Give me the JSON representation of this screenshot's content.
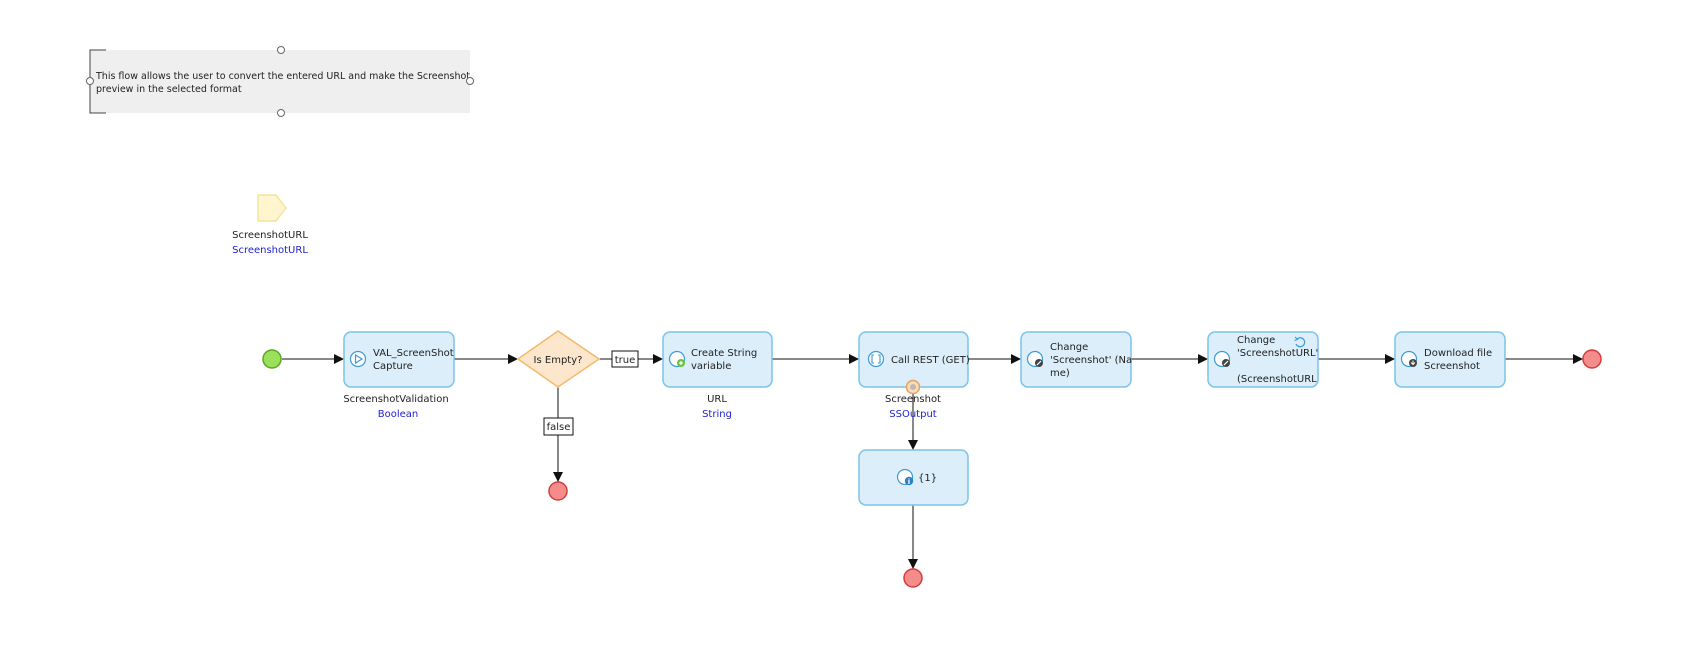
{
  "annotation": {
    "lines": [
      "This flow allows the user to convert the entered URL and make the Screenshot",
      "preview in the selected format"
    ]
  },
  "parameter": {
    "name": "ScreenshotURL",
    "type": "ScreenshotURL"
  },
  "nodes": {
    "validation": {
      "lines": [
        "VAL_ScreenShot",
        "Capture"
      ],
      "output_name": "ScreenshotValidation",
      "output_type": "Boolean",
      "icon": "play-circle-icon"
    },
    "decision": {
      "label": "Is Empty?"
    },
    "create_var": {
      "lines": [
        "Create String",
        "variable"
      ],
      "output_name": "URL",
      "output_type": "String",
      "icon": "create-variable-icon"
    },
    "call_rest": {
      "lines": [
        "Call REST (GET)"
      ],
      "output_name": "Screenshot",
      "output_type": "SSOutput",
      "icon": "rest-call-icon"
    },
    "change_screenshot": {
      "lines": [
        "Change",
        "'Screenshot' (Na",
        "me)"
      ],
      "icon": "change-object-icon"
    },
    "change_url": {
      "lines": [
        "Change",
        "'ScreenshotURL'",
        "",
        "(ScreenshotURL"
      ],
      "icon": "change-object-icon"
    },
    "download": {
      "lines": [
        "Download file",
        "Screenshot"
      ],
      "icon": "download-file-icon"
    },
    "log": {
      "lines": [
        "{1}"
      ],
      "icon": "log-message-icon"
    }
  },
  "edge_labels": {
    "true": "true",
    "false": "false"
  },
  "colors": {
    "activity_fill": "#dceef9",
    "activity_stroke": "#7cc4e8",
    "decision_fill": "#fde7cc",
    "decision_stroke": "#f5b86a",
    "start_fill": "#9be05a",
    "start_stroke": "#5aa820",
    "end_fill": "#f58c8c",
    "end_stroke": "#d43c3c",
    "icon_blue": "#3c9bd6",
    "param_fill": "#fff6cf",
    "param_stroke": "#f2df8e",
    "note_fill": "#efefef",
    "type_text": "#2222cc"
  }
}
